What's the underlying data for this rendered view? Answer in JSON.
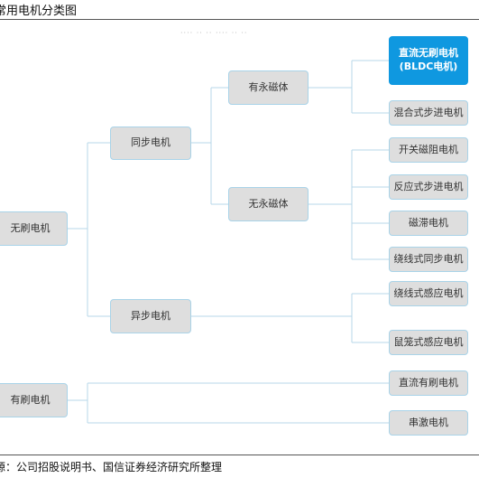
{
  "header": {
    "title": "常用电机分类图"
  },
  "footer": {
    "source": "源：公司招股说明书、国信证券经济研究所整理"
  },
  "watermark": "···· ·· ·· ···· ·· ··",
  "diagram": {
    "brushless": "无刷电机",
    "synchronous": "同步电机",
    "asynchronous": "异步电机",
    "permanent_magnet": "有永磁体",
    "no_permanent_magnet": "无永磁体",
    "bldc_line1": "直流无刷电机",
    "bldc_line2": "(BLDC电机)",
    "hybrid_stepper": "混合式步进电机",
    "switched_reluctance": "开关磁阻电机",
    "reactive_stepper": "反应式步进电机",
    "hysteresis": "磁滞电机",
    "wound_sync": "绕线式同步电机",
    "wound_induction": "绕线式感应电机",
    "squirrel_cage": "鼠笼式感应电机",
    "brushed": "有刷电机",
    "dc_brushed": "直流有刷电机",
    "series_wound": "串激电机"
  },
  "colors": {
    "node_fill": "#dedede",
    "node_border": "#a9d3e8",
    "highlight": "#0f98e0",
    "connector": "#b7d7e8"
  }
}
